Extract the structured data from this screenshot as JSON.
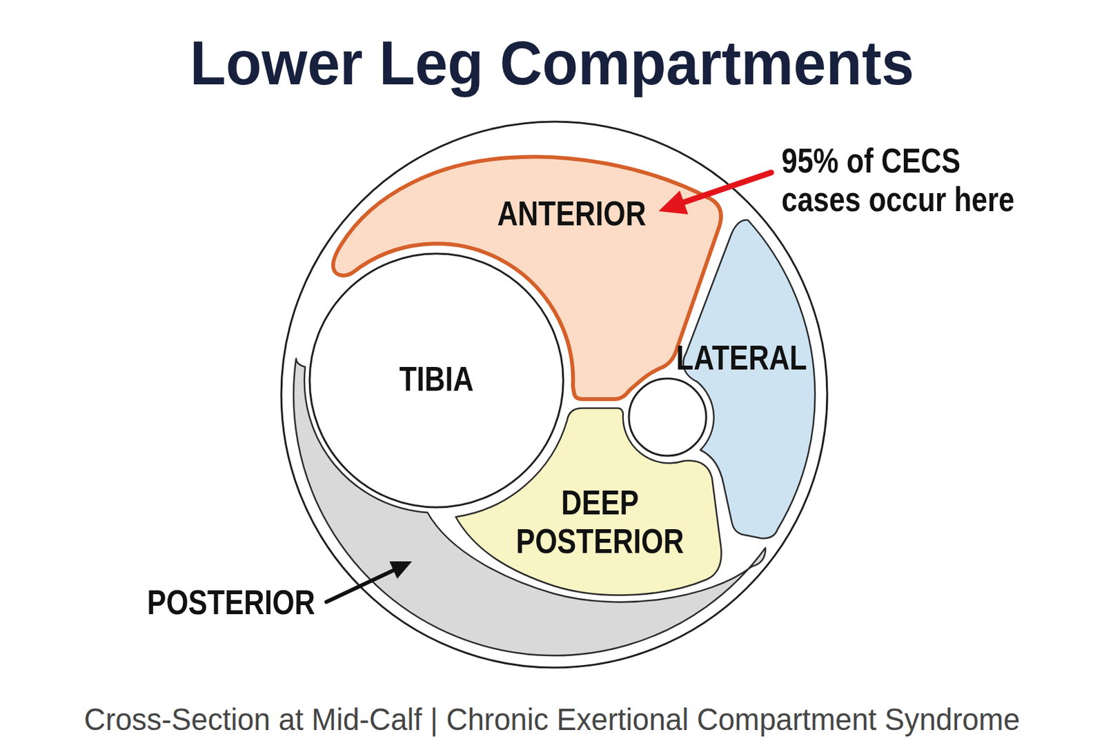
{
  "diagram": {
    "title": "Lower Leg Compartments",
    "caption": "Cross-Section at Mid-Calf | Chronic Exertional Compartment Syndrome",
    "nodes": [
      {
        "text": [
          "ANTERIOR"
        ]
      },
      {
        "text": [
          "TIBIA"
        ]
      },
      {
        "text": [
          "LATERAL"
        ]
      },
      {
        "text": [
          "DEEP POSTERIOR"
        ]
      },
      {
        "text": [
          "POSTERIOR"
        ]
      }
    ],
    "labels": [
      "95% of CECS cases occur here"
    ]
  }
}
